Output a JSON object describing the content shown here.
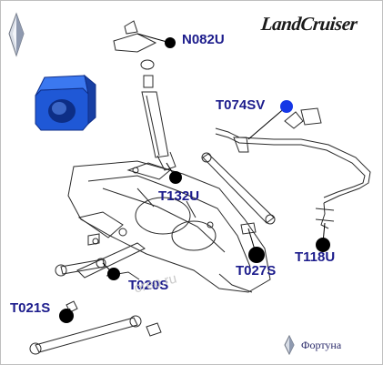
{
  "brand": {
    "title": "LandCruiser",
    "footer_text": "Фортуна"
  },
  "watermark": {
    "text": "oreo.ru"
  },
  "parts": [
    {
      "code": "N082U"
    },
    {
      "code": "T074SV"
    },
    {
      "code": "T132U"
    },
    {
      "code": "T118U"
    },
    {
      "code": "T027S"
    },
    {
      "code": "T020S"
    },
    {
      "code": "T021S"
    }
  ],
  "colors": {
    "label": "#1c1c8c",
    "marker_black": "#000000",
    "marker_blue": "#1537e6",
    "bushing_blue": "#1f58d6"
  },
  "icons": [
    "diamond-logo-icon",
    "bushing-icon",
    "diamond-footer-icon"
  ]
}
